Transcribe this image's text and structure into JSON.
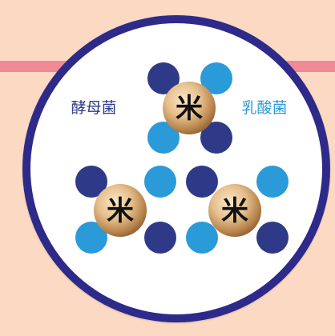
{
  "labels": {
    "yeast": "酵母菌",
    "lactic_acid_bacteria": "乳酸菌"
  },
  "rice": {
    "top": "米",
    "bottom_left": "米",
    "bottom_right": "米"
  },
  "colors": {
    "background": "#fcd9c3",
    "stripe": "#f08a97",
    "badge_ring": "#2e2a8a",
    "yeast": "#2e3a87",
    "lactic_acid_bacteria": "#2a9ad8",
    "rice_grain": "#c9985a"
  },
  "icons": {
    "rice_grain": "rice-grain-icon",
    "yeast": "yeast-cell-icon",
    "lactic_acid_bacteria": "lactic-acid-bacteria-icon"
  }
}
